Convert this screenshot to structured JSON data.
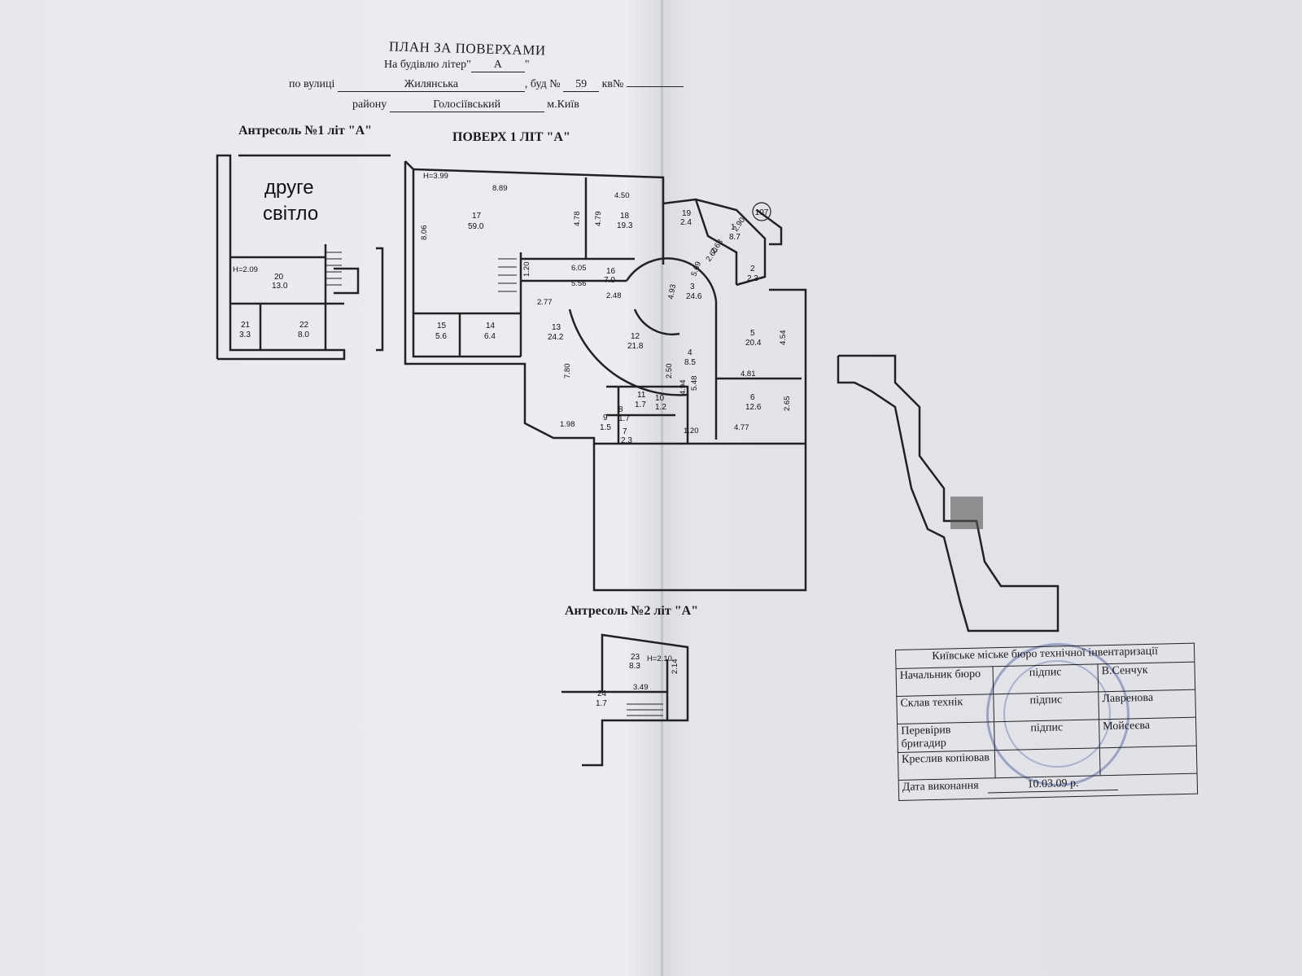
{
  "header": {
    "title": "ПЛАН ЗА ПОВЕРХАМИ",
    "building_prefix": "На будівлю літер\"",
    "building_letter": "А",
    "building_suffix": "\"",
    "street_prefix": "по вулиці",
    "street": "Жилянська",
    "house_prefix": ", буд №",
    "house_no": "59",
    "apt_prefix": "кв№",
    "district_prefix": "району",
    "district": "Голосіївський",
    "city": "м.Київ"
  },
  "sections": {
    "mezz1": "Антресоль №1 літ \"А\"",
    "floor1": "ПОВЕРХ 1 ЛІТ \"А\"",
    "mezz2": "Антресоль №2 літ \"А\""
  },
  "second_light": [
    "друге",
    "світло"
  ],
  "heights": {
    "floor": "H=3.99",
    "mezz1": "H=2.09",
    "mezz2": "H=2.10"
  },
  "rooms": {
    "r1": [
      "1",
      "8.7"
    ],
    "r2": [
      "2",
      "2.3"
    ],
    "r3": [
      "3",
      "24.6"
    ],
    "r4": [
      "4",
      "8.5"
    ],
    "r5": [
      "5",
      "20.4"
    ],
    "r6": [
      "6",
      "12.6"
    ],
    "r7": [
      "7",
      "2.3"
    ],
    "r8": [
      "8",
      "1.7"
    ],
    "r9": [
      "9",
      "1.5"
    ],
    "r10": [
      "10",
      "1.2"
    ],
    "r11": [
      "11",
      "1.7"
    ],
    "r12": [
      "12",
      "21.8"
    ],
    "r13": [
      "13",
      "24.2"
    ],
    "r14": [
      "14",
      "6.4"
    ],
    "r15": [
      "15",
      "5.6"
    ],
    "r16": [
      "16",
      "7.0"
    ],
    "r17": [
      "17",
      "59.0"
    ],
    "r18": [
      "18",
      "19.3"
    ],
    "r19": [
      "19",
      "2.4"
    ],
    "r20": [
      "20",
      "13.0"
    ],
    "r21": [
      "21",
      "3.3"
    ],
    "r22": [
      "22",
      "8.0"
    ],
    "r23": [
      "23",
      "8.3"
    ],
    "r24": [
      "24",
      "1.7"
    ]
  },
  "dims": {
    "d1": "8.89",
    "d2": "4.50",
    "d3": "8.06",
    "d4": "4.78",
    "d5": "4.79",
    "d6": "6.05",
    "d7": "5.56",
    "d8": "2.48",
    "d9": "1.20",
    "d10": "2.77",
    "d11": "7.80",
    "d12": "1.98",
    "d13": "5.69",
    "d14": "4.93",
    "d15": "2.90",
    "d16": "2.63",
    "d17": "2.60",
    "d18": "4.54",
    "d19": "4.81",
    "d20": "2.50",
    "d21": "4.94",
    "d22": "5.48",
    "d23": "2.65",
    "d24": "4.77",
    "d25": "1.20",
    "d26": "3.49",
    "d27": "2.14"
  },
  "marker": "107",
  "stamp": {
    "org": "Київське міське бюро технічної інвентаризації",
    "rows": [
      {
        "role": "Начальник бюро",
        "sign": "підпис",
        "name": "В.Сенчук"
      },
      {
        "role": "Склав технік",
        "sign": "підпис",
        "name": "Лавренова"
      },
      {
        "role": "Перевірив бригадир",
        "sign": "підпис",
        "name": "Мойсеєва"
      },
      {
        "role": "Креслив копіював",
        "sign": "",
        "name": ""
      }
    ],
    "date_label": "Дата виконання",
    "date": "10.03.09 р."
  }
}
